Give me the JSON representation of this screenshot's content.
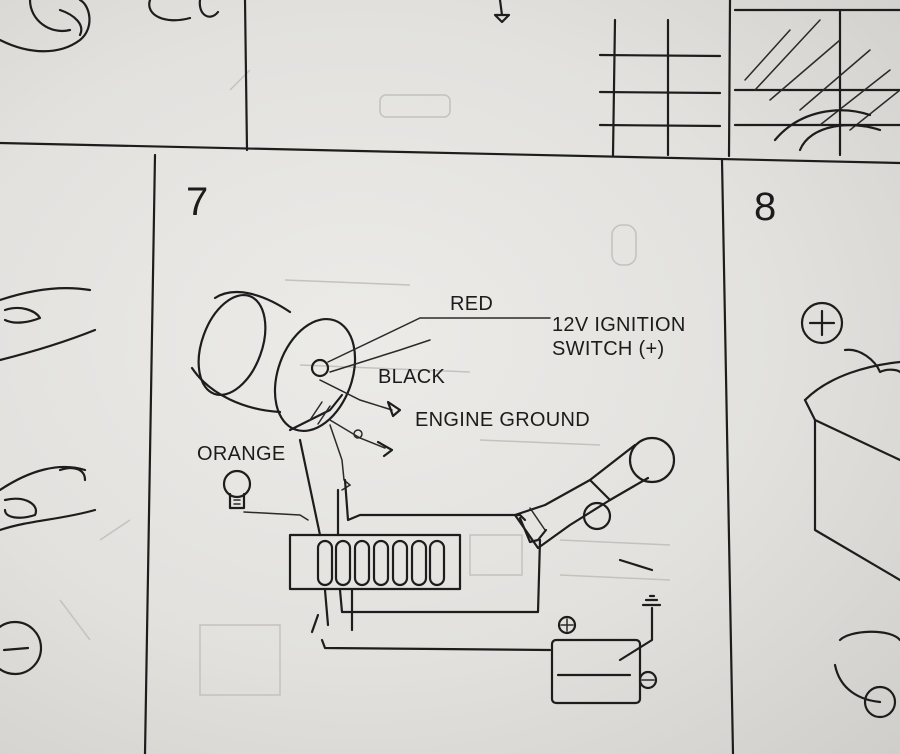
{
  "panels": {
    "step7": {
      "number": "7"
    },
    "step8": {
      "number": "8"
    }
  },
  "labels": {
    "red": "RED",
    "ignition_line1": "12V IGNITION",
    "ignition_line2": "SWITCH (+)",
    "black": "BLACK",
    "engine_ground": "ENGINE GROUND",
    "orange": "ORANGE"
  },
  "colors": {
    "paper": "#e6e5e2",
    "ink": "#1d1d1d",
    "bleed_through": "#c3c2bf"
  },
  "icons": [
    "gauge-icon",
    "bulb-icon",
    "fuse-block-icon",
    "ignition-key-icon",
    "battery-icon",
    "plus-sign-icon",
    "minus-sign-icon",
    "hand-icon"
  ]
}
